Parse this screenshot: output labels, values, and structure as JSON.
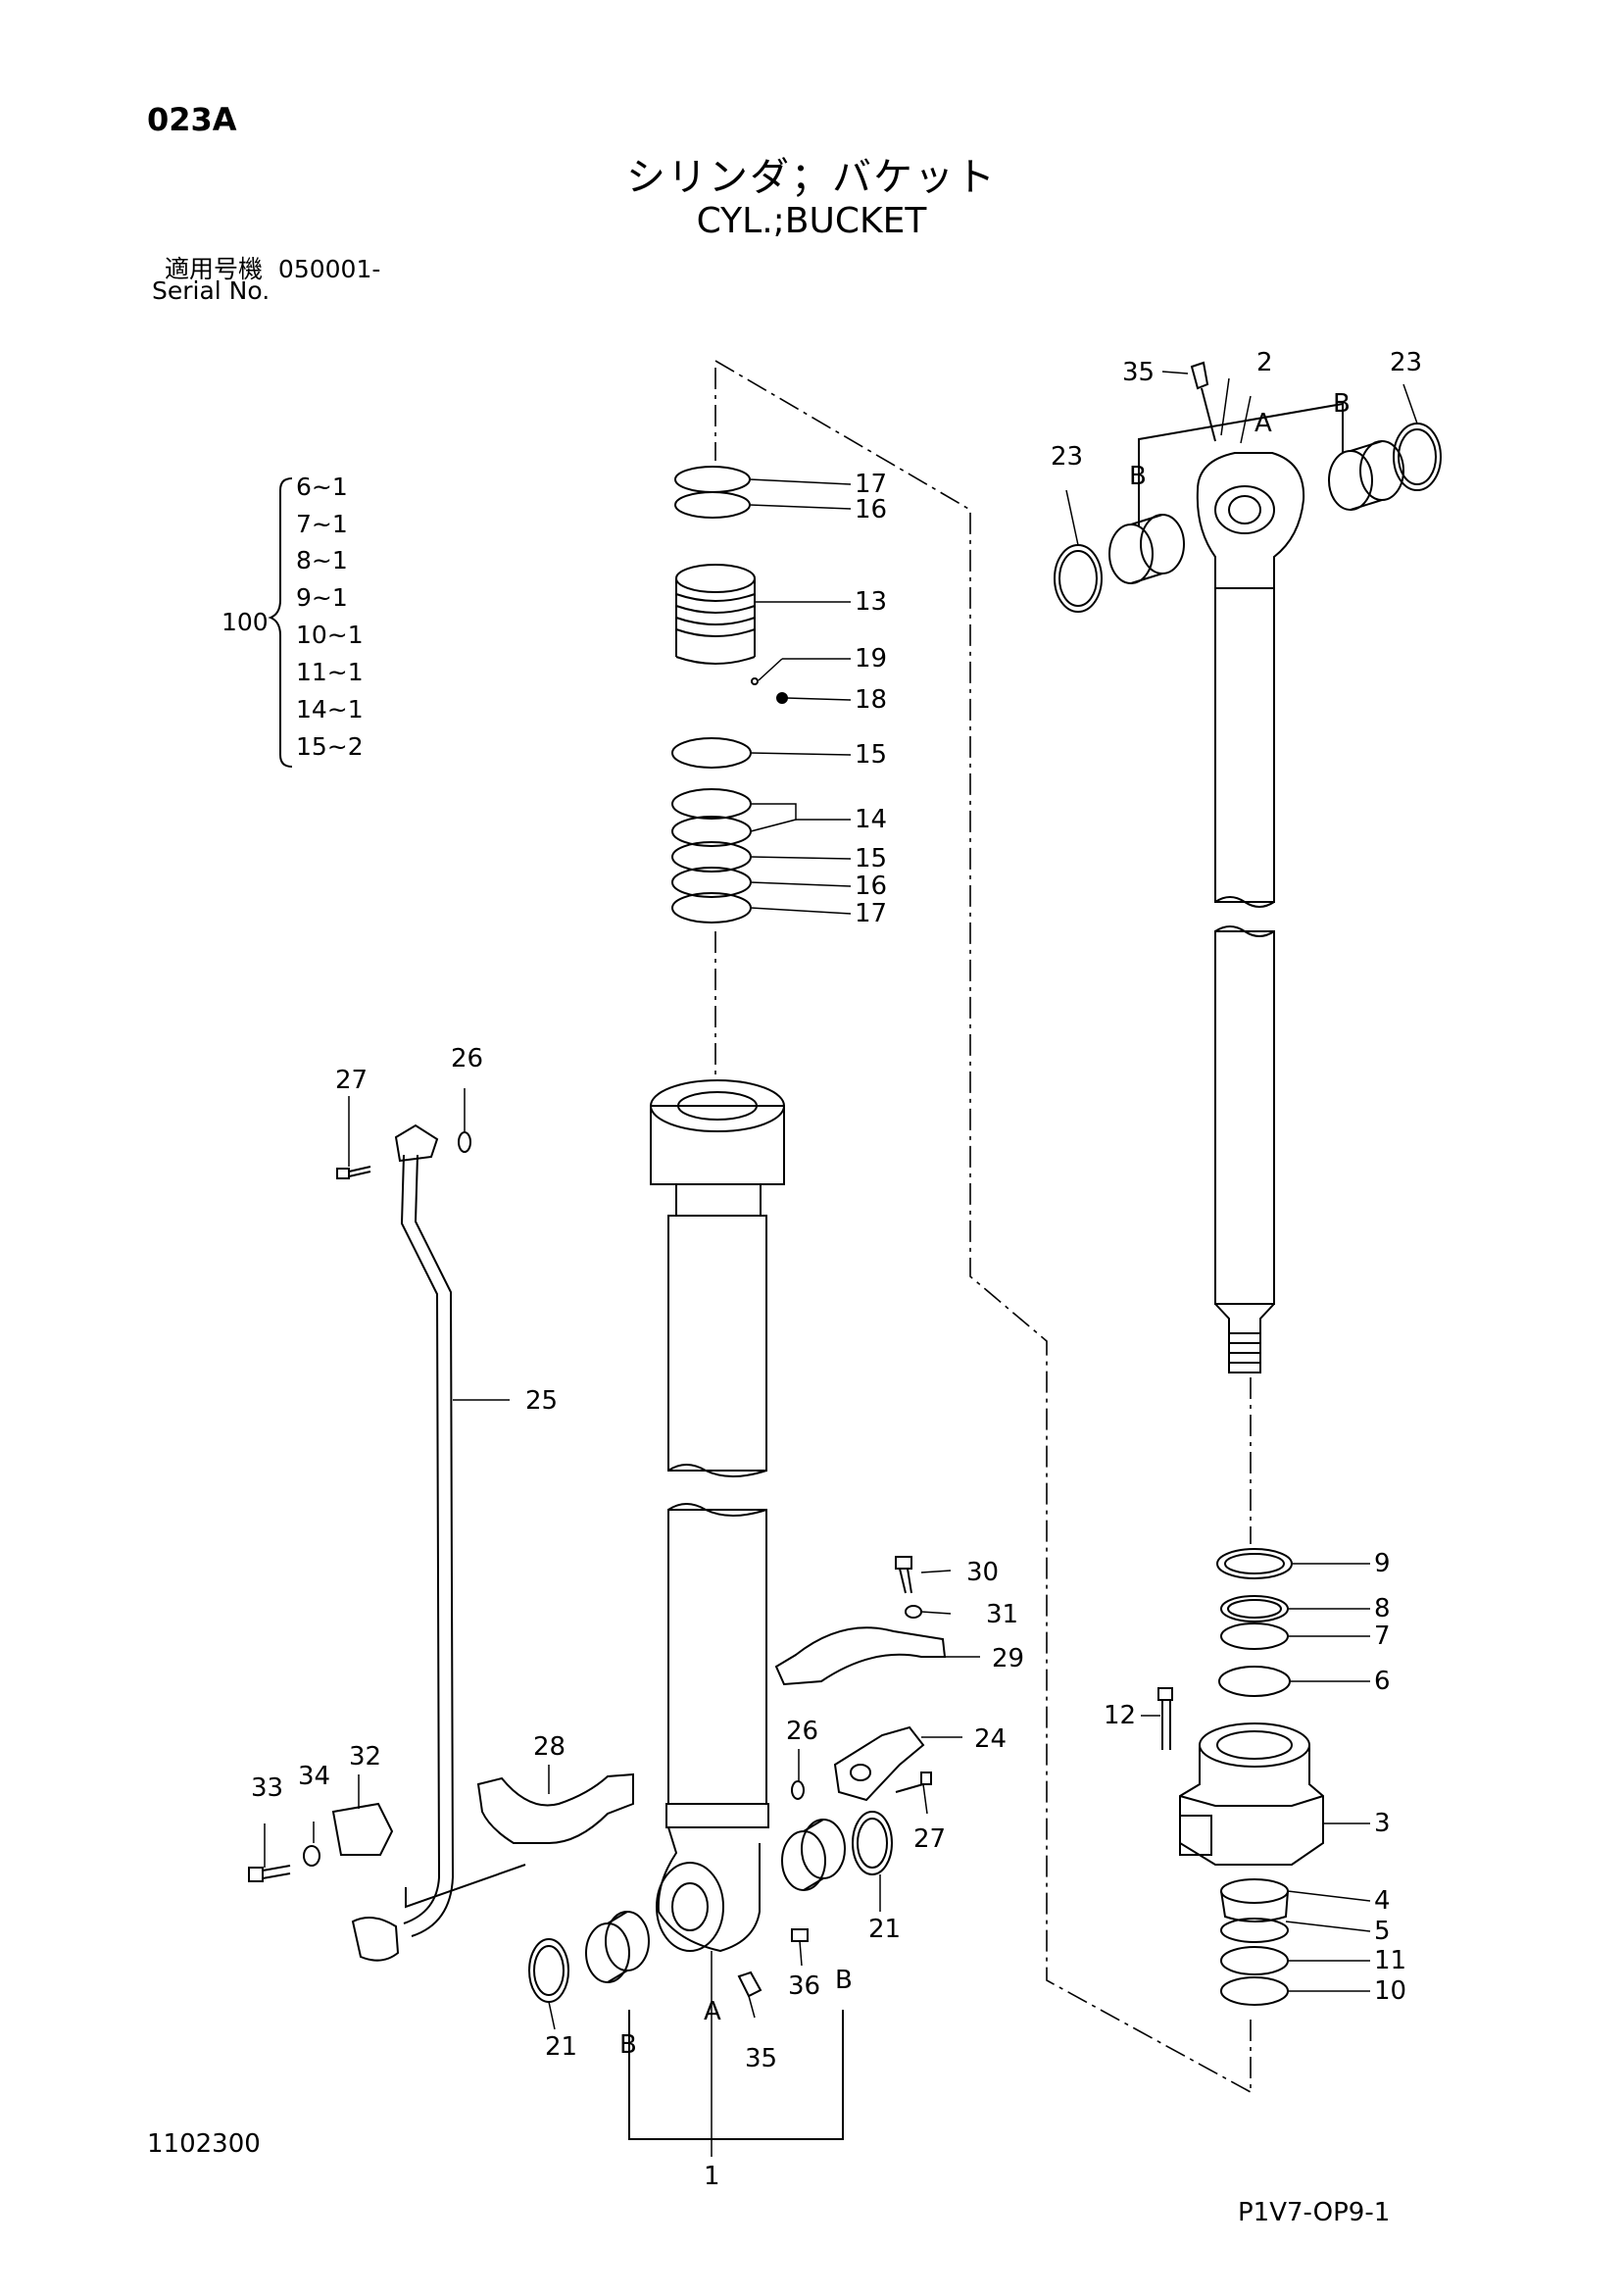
{
  "header": {
    "page_code": "023A",
    "title_jp": "シリンダ；バケット",
    "title_en": "CYL.;BUCKET",
    "serial_label_jp": "適用号機",
    "serial_value": "050001-",
    "serial_label_en": "Serial No."
  },
  "kit": {
    "label": "100",
    "items": [
      "6~1",
      "7~1",
      "8~1",
      "9~1",
      "10~1",
      "11~1",
      "14~1",
      "15~2"
    ]
  },
  "callouts": {
    "c1": "1",
    "c2": "2",
    "c3": "3",
    "c4": "4",
    "c5": "5",
    "c6": "6",
    "c7": "7",
    "c8": "8",
    "c9": "9",
    "c10": "10",
    "c11": "11",
    "c12": "12",
    "c13": "13",
    "c14": "14",
    "c15a": "15",
    "c15b": "15",
    "c16a": "16",
    "c16b": "16",
    "c17a": "17",
    "c17b": "17",
    "c18": "18",
    "c19": "19",
    "c21a": "21",
    "c21b": "21",
    "c23a": "23",
    "c23b": "23",
    "c24": "24",
    "c25": "25",
    "c26a": "26",
    "c26b": "26",
    "c27a": "27",
    "c27b": "27",
    "c28": "28",
    "c29": "29",
    "c30": "30",
    "c31": "31",
    "c32": "32",
    "c33": "33",
    "c34": "34",
    "c35a": "35",
    "c35b": "35",
    "c36": "36",
    "aRight": "A",
    "bRight1": "B",
    "bRight2": "B",
    "aLeft": "A",
    "bLeft1": "B",
    "bLeft2": "B"
  },
  "footer": {
    "drawing_number": "1102300",
    "page_ref": "P1V7-OP9-1"
  }
}
